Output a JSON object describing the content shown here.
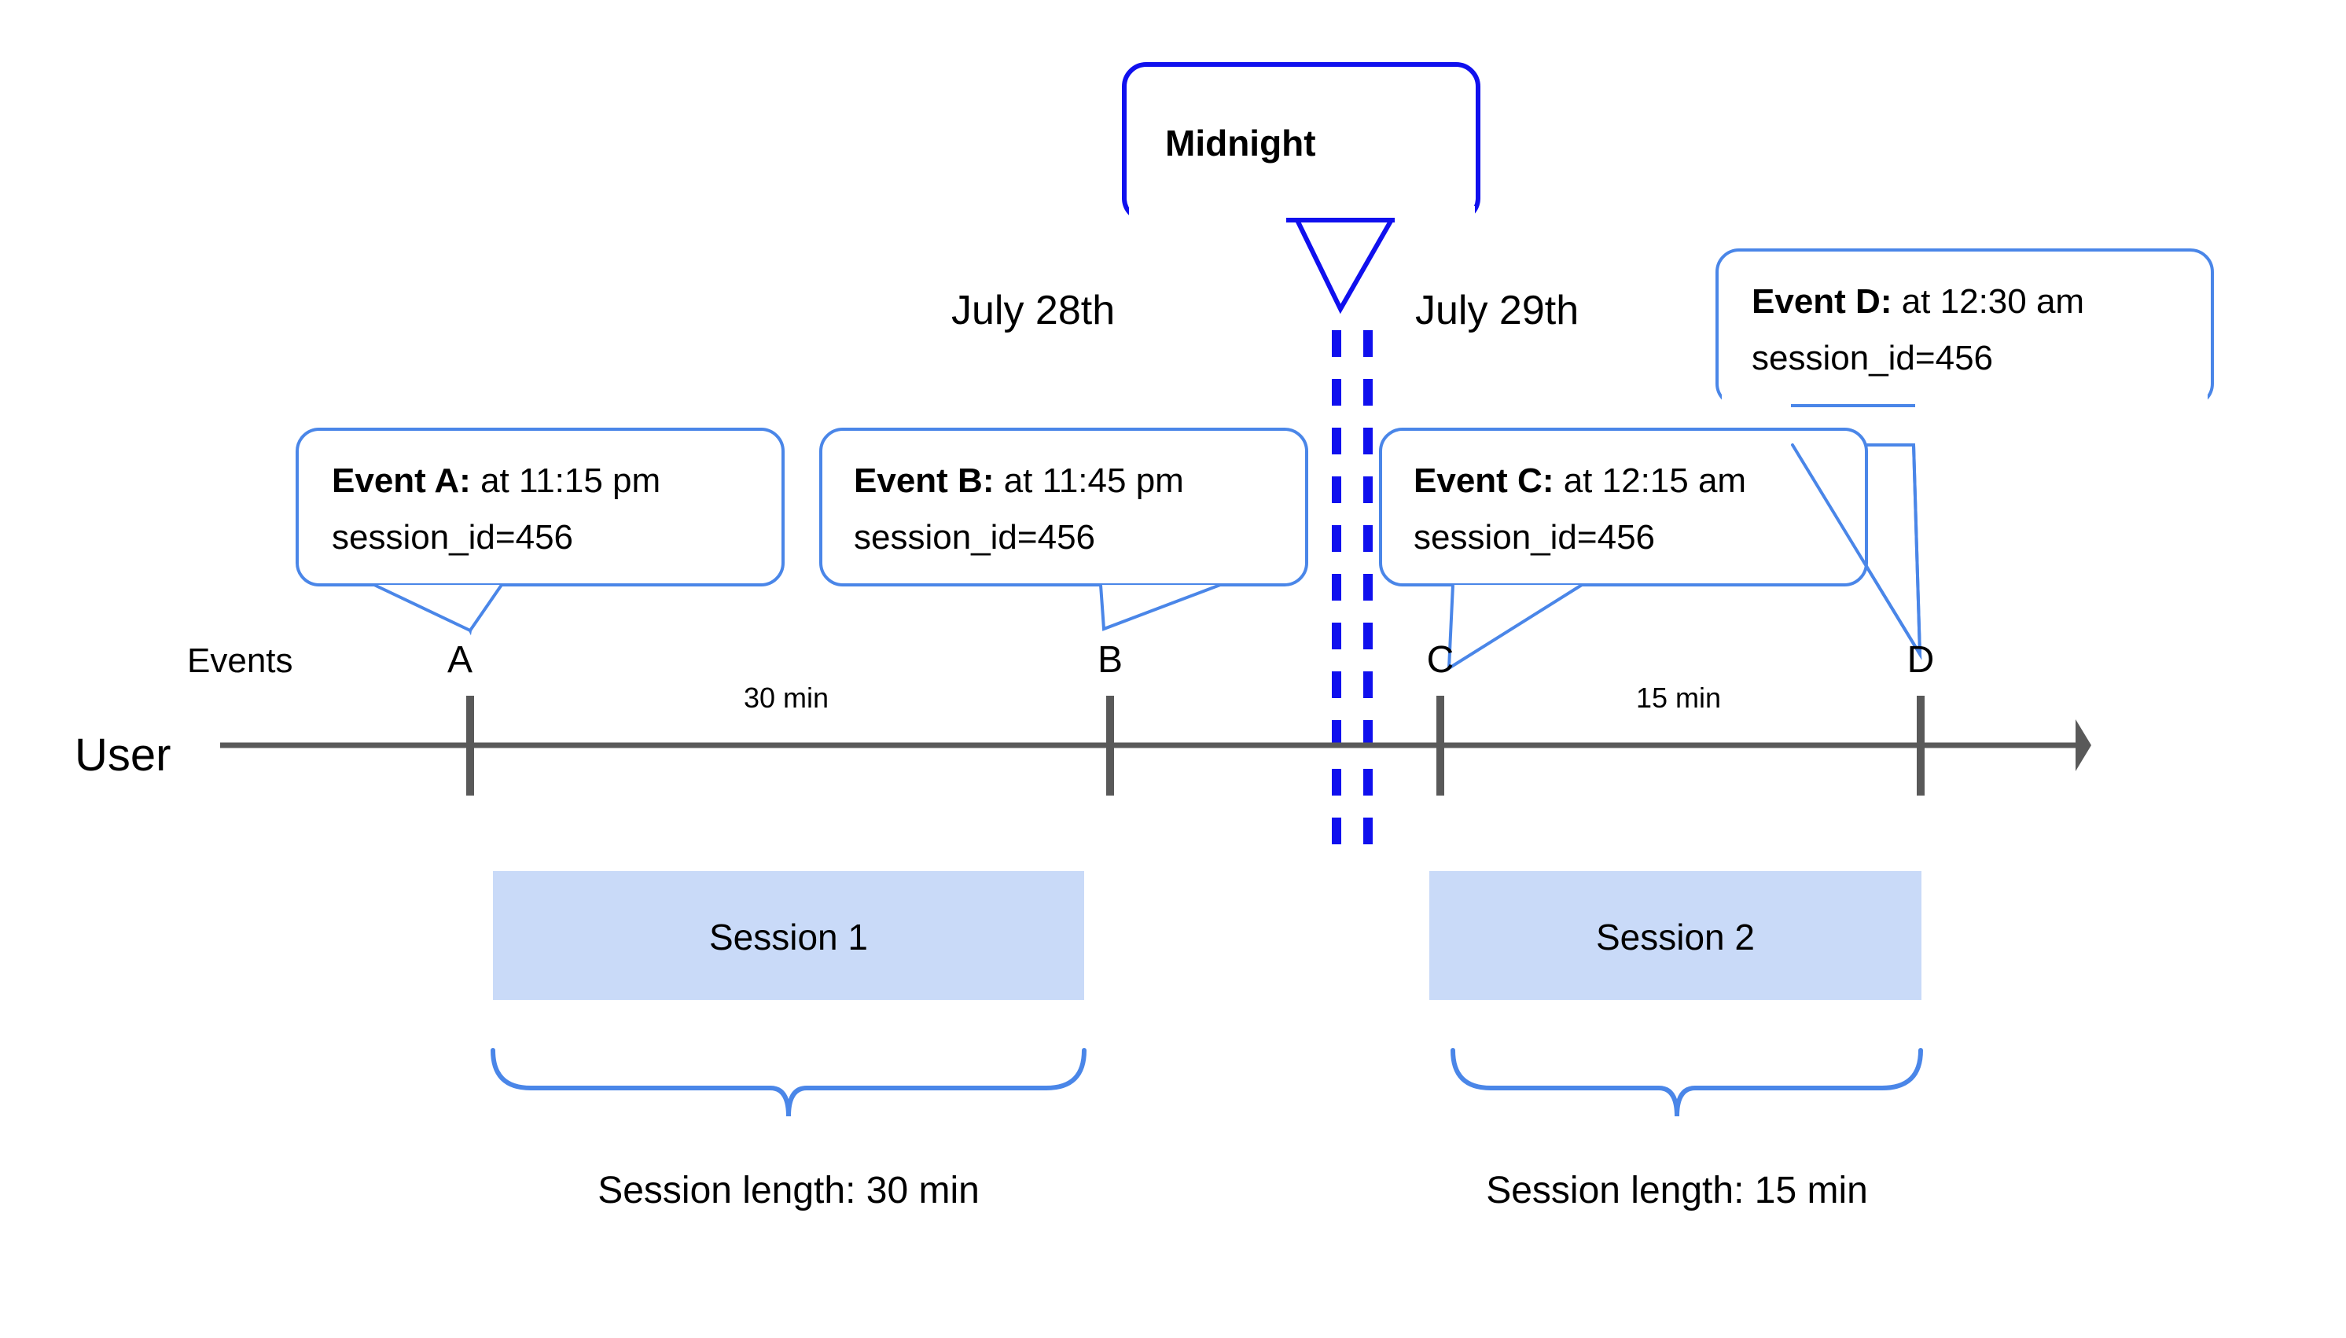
{
  "diagram": {
    "title_hidden": "",
    "axis": {
      "user_label": "User",
      "events_label": "Events"
    },
    "dates": [
      {
        "label": "July 28th"
      },
      {
        "label": "July 29th"
      }
    ],
    "midnight": {
      "label": "Midnight"
    },
    "events": [
      {
        "letter": "A",
        "bold": "Event A:",
        "rest": " at 11:15 pm",
        "line2": "session_id=456"
      },
      {
        "letter": "B",
        "bold": "Event B:",
        "rest": " at 11:45 pm",
        "line2": "session_id=456"
      },
      {
        "letter": "C",
        "bold": "Event C:",
        "rest": " at 12:15 am",
        "line2": "session_id=456"
      },
      {
        "letter": "D",
        "bold": "Event D:",
        "rest": " at 12:30 am",
        "line2": "session_id=456"
      }
    ],
    "durations": [
      {
        "label": "30 min"
      },
      {
        "label": "15 min"
      }
    ],
    "sessions": [
      {
        "name": "Session 1",
        "length_label": "Session length: 30 min"
      },
      {
        "name": "Session 2",
        "length_label": "Session length: 15 min"
      }
    ],
    "colors": {
      "callout_border": "#4a86e8",
      "midnight_border": "#1010ee",
      "session_fill": "#c9daf8",
      "axis": "#595959",
      "text": "#000000",
      "background": "#ffffff"
    }
  }
}
